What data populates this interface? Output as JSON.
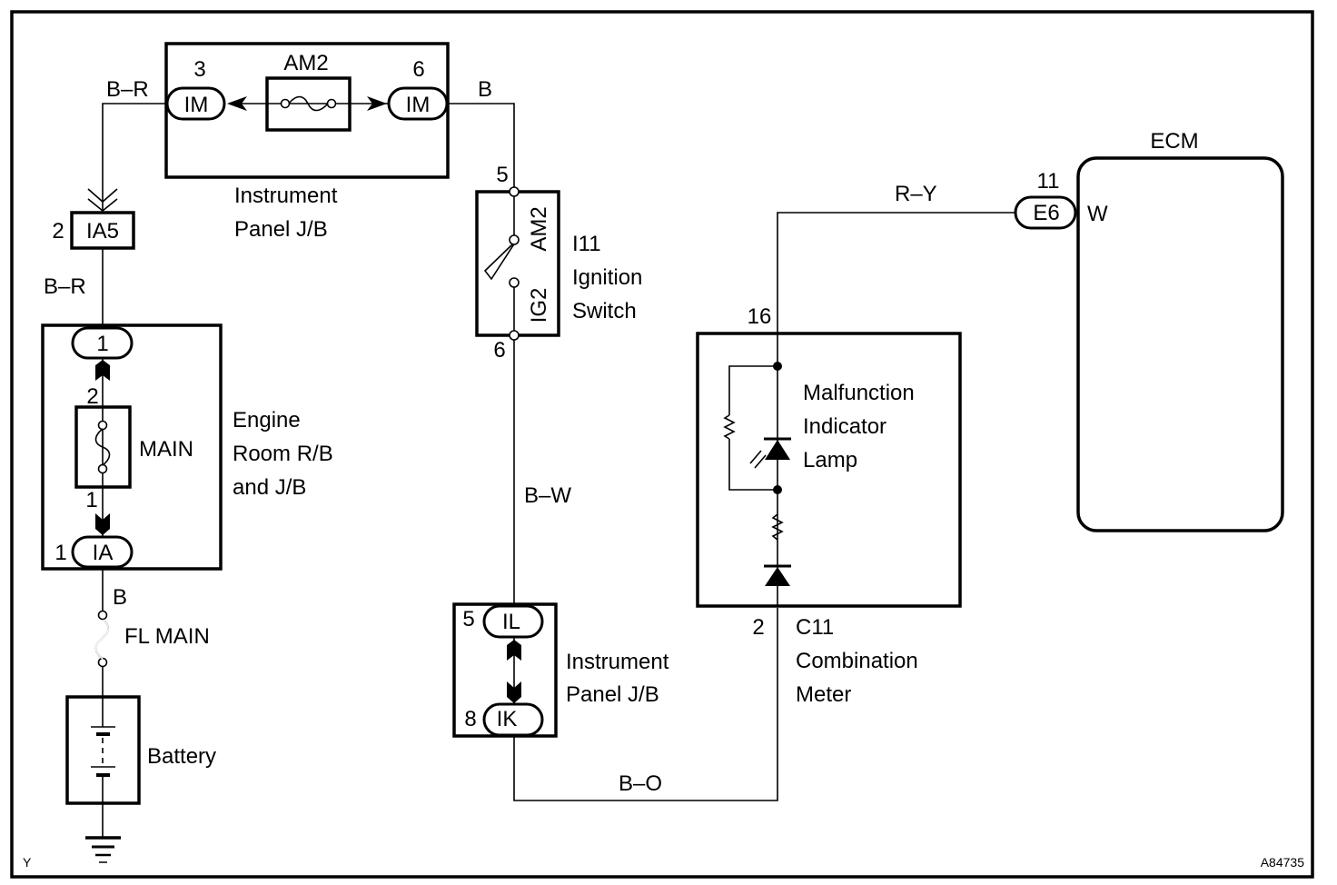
{
  "diagram": {
    "figure_id": "A84735",
    "corner_mark": "Y",
    "components": {
      "instrument_panel_jb_top": {
        "label_line1": "Instrument",
        "label_line2": "Panel J/B",
        "fuse_name": "AM2",
        "left_connector": {
          "code": "IM",
          "pin": "3"
        },
        "right_connector": {
          "code": "IM",
          "pin": "6"
        }
      },
      "connector_ia5": {
        "code": "IA5",
        "pin": "2"
      },
      "engine_room_rb": {
        "label_line1": "Engine",
        "label_line2": "Room R/B",
        "label_line3": "and J/B",
        "fuse_name": "MAIN",
        "top_connector": {
          "code": "1"
        },
        "pin_upper": "2",
        "pin_lower": "1",
        "bottom_connector": {
          "code": "IA",
          "pin": "1"
        }
      },
      "fl_main": {
        "label": "FL MAIN"
      },
      "battery": {
        "label": "Battery"
      },
      "ignition_switch": {
        "label_line1": "I11",
        "label_line2": "Ignition",
        "label_line3": "Switch",
        "terminal_top": "AM2",
        "terminal_bottom": "IG2",
        "pin_top": "5",
        "pin_bottom": "6"
      },
      "instrument_panel_jb_bottom": {
        "label_line1": "Instrument",
        "label_line2": "Panel J/B",
        "top_connector": {
          "code": "IL",
          "pin": "5"
        },
        "bottom_connector": {
          "code": "IK",
          "pin": "8"
        }
      },
      "combination_meter": {
        "label_line1": "C11",
        "label_line2": "Combination",
        "label_line3": "Meter",
        "pin_top": "16",
        "pin_bottom": "2",
        "lamp_label_line1": "Malfunction",
        "lamp_label_line2": "Indicator",
        "lamp_label_line3": "Lamp"
      },
      "ecm": {
        "label": "ECM",
        "connector": {
          "code": "E6",
          "pin": "11"
        },
        "terminal": "W"
      }
    },
    "wires": {
      "jb_to_ia5": "B–R",
      "ia5_to_engine_room": "B–R",
      "am2_to_ignition": "B",
      "ia_to_fl_main": "B",
      "ignition_to_il": "B–W",
      "ik_to_meter": "B–O",
      "meter_to_ecm": "R–Y"
    }
  }
}
